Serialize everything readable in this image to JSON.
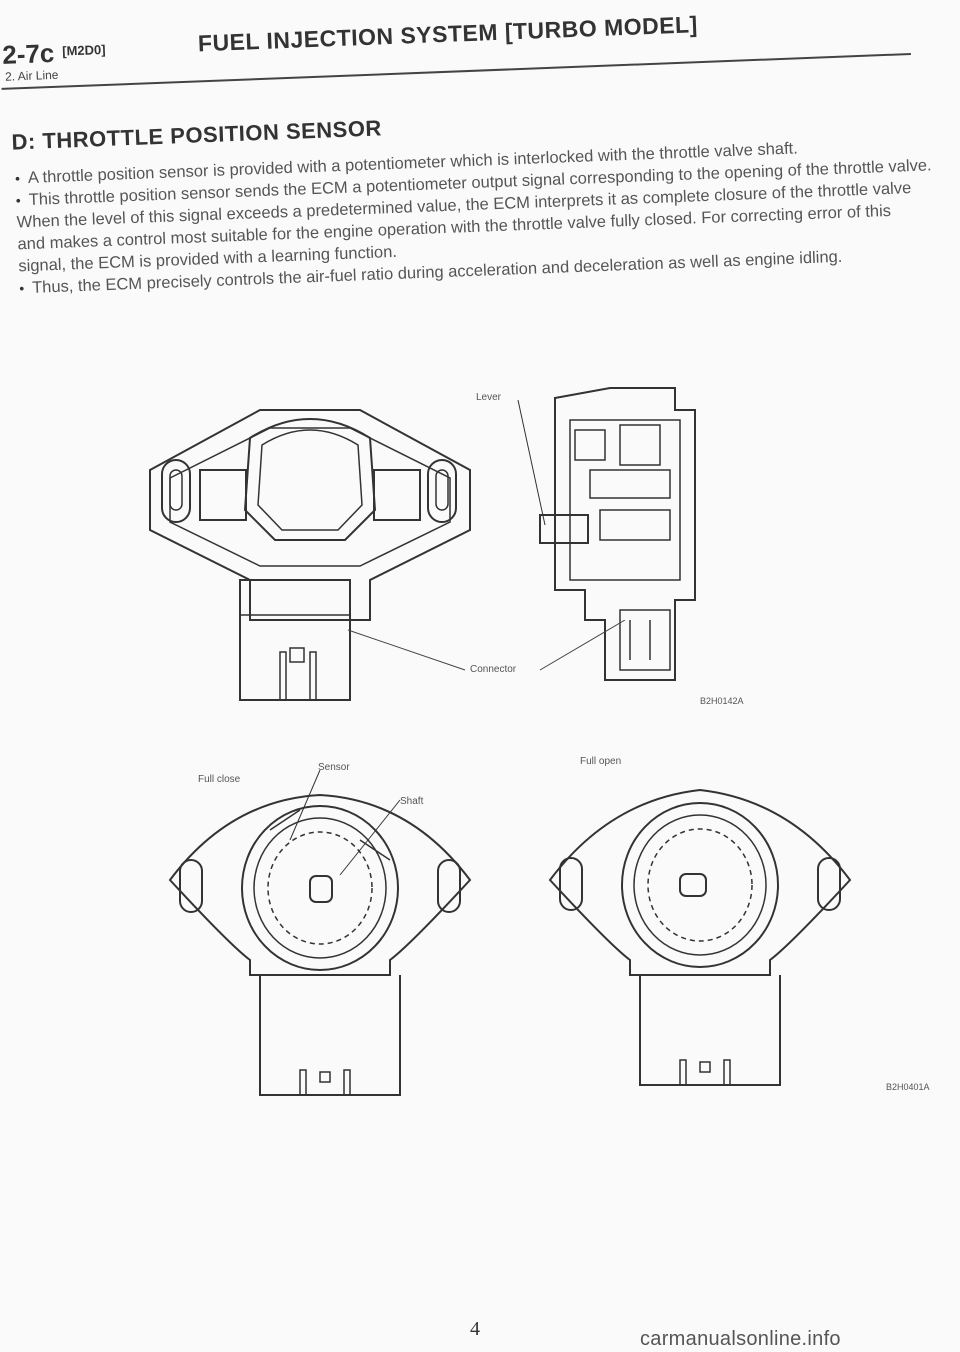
{
  "header": {
    "section_code": "2-7c",
    "model_code": "[M2D0]",
    "title": "FUEL INJECTION SYSTEM [TURBO MODEL]",
    "subsection": "2. Air Line"
  },
  "section": {
    "title": "D: THROTTLE POSITION SENSOR",
    "paragraphs": [
      "A throttle position sensor is provided with a potentiometer which is interlocked with the throttle valve shaft.",
      "This throttle position sensor sends the ECM a potentiometer output signal corresponding to the opening of the throttle valve. When the level of this signal exceeds a predetermined value, the ECM interprets it as complete closure of the throttle valve and makes a control most suitable for the engine operation with the throttle valve fully closed. For correcting error of this signal, the ECM is provided with a learning function.",
      "Thus, the ECM precisely controls the air-fuel ratio during acceleration and deceleration as well as engine idling."
    ]
  },
  "figure1": {
    "label_lever": "Lever",
    "label_connector": "Connector",
    "code": "B2H0142A"
  },
  "figure2": {
    "label_full_close": "Full close",
    "label_sensor": "Sensor",
    "label_shaft": "Shaft",
    "label_full_open": "Full open",
    "code": "B2H0401A"
  },
  "footer": {
    "page_number": "4",
    "watermark": "carmanualsonline.info"
  }
}
